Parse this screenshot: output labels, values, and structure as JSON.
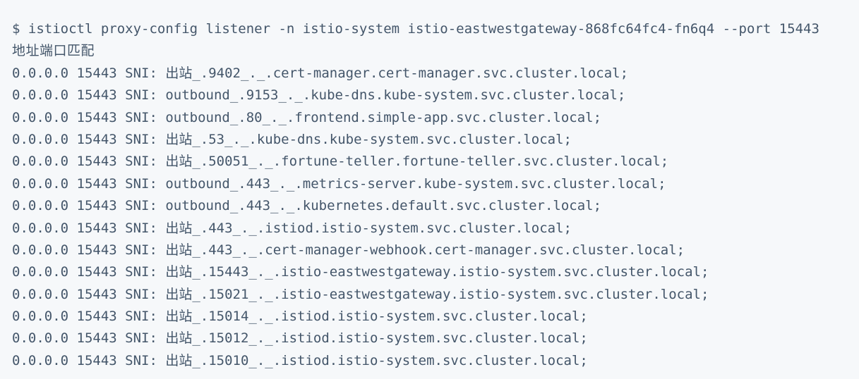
{
  "page": {
    "background_color": "#f6f8fa",
    "text_color": "#44566a"
  },
  "terminal": {
    "command_line": "$ istioctl proxy-config listener -n istio-system istio-eastwestgateway-868fc64fc4-fn6q4 --port 15443",
    "header_line": "地址端口匹配",
    "output_lines": [
      "0.0.0.0 15443 SNI: 出站_.9402_._.cert-manager.cert-manager.svc.cluster.local;",
      "0.0.0.0 15443 SNI: outbound_.9153_._.kube-dns.kube-system.svc.cluster.local;",
      "0.0.0.0 15443 SNI: outbound_.80_._.frontend.simple-app.svc.cluster.local;",
      "0.0.0.0 15443 SNI: 出站_.53_._.kube-dns.kube-system.svc.cluster.local;",
      "0.0.0.0 15443 SNI: 出站_.50051_._.fortune-teller.fortune-teller.svc.cluster.local;",
      "0.0.0.0 15443 SNI: outbound_.443_._.metrics-server.kube-system.svc.cluster.local;",
      "0.0.0.0 15443 SNI: outbound_.443_._.kubernetes.default.svc.cluster.local;",
      "0.0.0.0 15443 SNI: 出站_.443_._.istiod.istio-system.svc.cluster.local;",
      "0.0.0.0 15443 SNI: 出站_.443_._.cert-manager-webhook.cert-manager.svc.cluster.local;",
      "0.0.0.0 15443 SNI: 出站_.15443_._.istio-eastwestgateway.istio-system.svc.cluster.local;",
      "0.0.0.0 15443 SNI: 出站_.15021_._.istio-eastwestgateway.istio-system.svc.cluster.local;",
      "0.0.0.0 15443 SNI: 出站_.15014_._.istiod.istio-system.svc.cluster.local;",
      "0.0.0.0 15443 SNI: 出站_.15012_._.istiod.istio-system.svc.cluster.local;",
      "0.0.0.0 15443 SNI: 出站_.15010_._.istiod.istio-system.svc.cluster.local;"
    ],
    "listeners_table": {
      "header_label": "地址端口匹配",
      "rows": [
        {
          "address": "0.0.0.0",
          "port": "15443",
          "match": "SNI: 出站_.9402_._.cert-manager.cert-manager.svc.cluster.local"
        },
        {
          "address": "0.0.0.0",
          "port": "15443",
          "match": "SNI: outbound_.9153_._.kube-dns.kube-system.svc.cluster.local"
        },
        {
          "address": "0.0.0.0",
          "port": "15443",
          "match": "SNI: outbound_.80_._.frontend.simple-app.svc.cluster.local"
        },
        {
          "address": "0.0.0.0",
          "port": "15443",
          "match": "SNI: 出站_.53_._.kube-dns.kube-system.svc.cluster.local"
        },
        {
          "address": "0.0.0.0",
          "port": "15443",
          "match": "SNI: 出站_.50051_._.fortune-teller.fortune-teller.svc.cluster.local"
        },
        {
          "address": "0.0.0.0",
          "port": "15443",
          "match": "SNI: outbound_.443_._.metrics-server.kube-system.svc.cluster.local"
        },
        {
          "address": "0.0.0.0",
          "port": "15443",
          "match": "SNI: outbound_.443_._.kubernetes.default.svc.cluster.local"
        },
        {
          "address": "0.0.0.0",
          "port": "15443",
          "match": "SNI: 出站_.443_._.istiod.istio-system.svc.cluster.local"
        },
        {
          "address": "0.0.0.0",
          "port": "15443",
          "match": "SNI: 出站_.443_._.cert-manager-webhook.cert-manager.svc.cluster.local"
        },
        {
          "address": "0.0.0.0",
          "port": "15443",
          "match": "SNI: 出站_.15443_._.istio-eastwestgateway.istio-system.svc.cluster.local"
        },
        {
          "address": "0.0.0.0",
          "port": "15443",
          "match": "SNI: 出站_.15021_._.istio-eastwestgateway.istio-system.svc.cluster.local"
        },
        {
          "address": "0.0.0.0",
          "port": "15443",
          "match": "SNI: 出站_.15014_._.istiod.istio-system.svc.cluster.local"
        },
        {
          "address": "0.0.0.0",
          "port": "15443",
          "match": "SNI: 出站_.15012_._.istiod.istio-system.svc.cluster.local"
        },
        {
          "address": "0.0.0.0",
          "port": "15443",
          "match": "SNI: 出站_.15010_._.istiod.istio-system.svc.cluster.local"
        }
      ]
    }
  }
}
